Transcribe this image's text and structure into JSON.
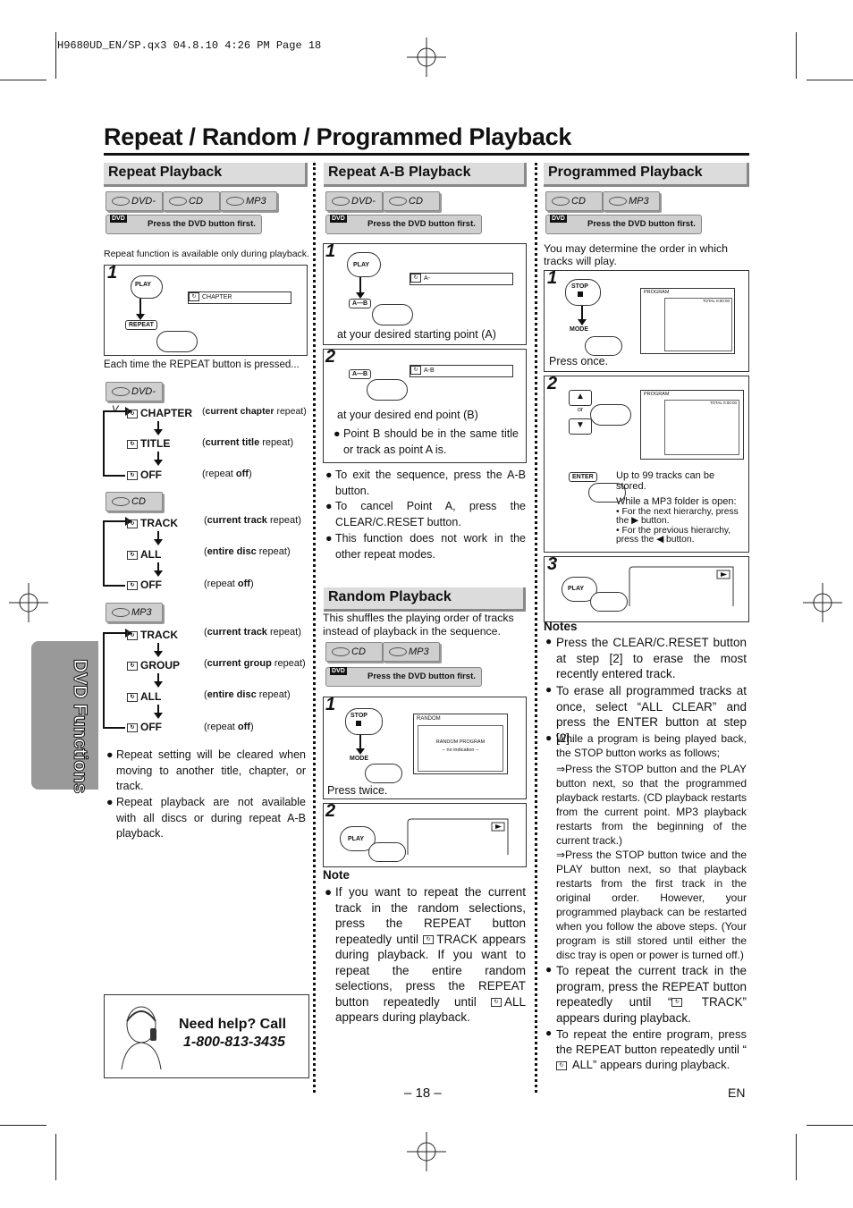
{
  "header": {
    "file_info": "H9680UD_EN/SP.qx3  04.8.10  4:26 PM  Page 18"
  },
  "page_title": "Repeat / Random / Programmed Playback",
  "side_tab": "DVD Functions",
  "badges": {
    "dvdv": "DVD-V",
    "cd": "CD",
    "mp3": "MP3"
  },
  "dvd_note": "Press the DVD button first.",
  "dvd_tag": "DVD",
  "repeat": {
    "heading": "Repeat Playback",
    "intro": "Repeat function is available only during playback.",
    "play_btn": "PLAY",
    "repeat_btn": "REPEAT",
    "screen_label": "CHAPTER",
    "each_time": "Each time the REPEAT button is pressed...",
    "dvd_rows": [
      {
        "label": "CHAPTER",
        "desc_b": "current chapter",
        "desc": " repeat"
      },
      {
        "label": "TITLE",
        "desc_b": "current title",
        "desc": " repeat"
      },
      {
        "label": "OFF",
        "desc_b": "off",
        "desc": "repeat "
      }
    ],
    "cd_rows": [
      {
        "label": "TRACK",
        "desc_b": "current track",
        "desc": " repeat"
      },
      {
        "label": "ALL",
        "desc_b": "entire disc",
        "desc": " repeat"
      },
      {
        "label": "OFF",
        "desc_b": "off",
        "desc": "repeat "
      }
    ],
    "mp3_rows": [
      {
        "label": "TRACK",
        "desc_b": "current track",
        "desc": " repeat"
      },
      {
        "label": "GROUP",
        "desc_b": "current group",
        "desc": " repeat"
      },
      {
        "label": "ALL",
        "desc_b": "entire disc",
        "desc": " repeat"
      },
      {
        "label": "OFF",
        "desc_b": "off",
        "desc": "repeat "
      }
    ],
    "bullet1": "Repeat setting will be cleared when moving to another title, chapter, or track.",
    "bullet2": "Repeat playback are not available with all discs or during repeat A-B playback."
  },
  "help": {
    "line1": "Need help? Call",
    "line2": "1-800-813-3435"
  },
  "ab": {
    "heading": "Repeat A-B Playback",
    "play_btn": "PLAY",
    "ab_btn": "A—B",
    "screen1": "A-",
    "screen2": "A-B",
    "step1_text": "at your desired starting point (A)",
    "step2_text": "at your desired end point (B)",
    "step2_bullet": "Point B should be in the same title or track as point A is.",
    "bullets": [
      "To exit the sequence, press the A-B button.",
      "To cancel Point A, press the CLEAR/C.RESET button.",
      "This function does not work in the other repeat modes."
    ]
  },
  "random": {
    "heading": "Random Playback",
    "intro": "This shuffles the playing order of tracks instead of playback in the sequence.",
    "stop_btn": "STOP",
    "mode_btn": "MODE",
    "play_btn": "PLAY",
    "screen_title": "RANDOM",
    "screen_prog": "RANDOM PROGRAM",
    "screen_sub": "-- no indication --",
    "press_twice": "Press twice.",
    "note_head": "Note",
    "note": "If you want to repeat the current track in the random selections, press the REPEAT button repeatedly until",
    "note_track": "TRACK appears during playback. If you want to repeat the entire random selections, press the REPEAT button repeatedly until",
    "note_all": "ALL appears during playback."
  },
  "program": {
    "heading": "Programmed Playback",
    "intro": "You may determine the order in which tracks will play.",
    "stop_btn": "STOP",
    "mode_btn": "MODE",
    "enter_btn": "ENTER",
    "play_btn": "PLAY",
    "or_label": "or",
    "screen_title": "PROGRAM",
    "screen_total": "TOTAL 0:00:00",
    "press_once": "Press once.",
    "up_to": "Up to 99 tracks can be stored.",
    "mp3_open": "While a MP3 folder is open:",
    "next_h": "• For the next hierarchy, press the ▶ button.",
    "prev_h": "• For the previous hierarchy, press the ◀ button.",
    "notes_head": "Notes",
    "n1": "Press the CLEAR/C.RESET button at step [2] to erase the most recently entered track.",
    "n2": "To erase all programmed tracks at once, select “ALL CLEAR” and press the ENTER button at step [2].",
    "n3": "While a program is being played back, the STOP button works as follows;",
    "n3a": "⇒Press the STOP button and the PLAY button next, so that the programmed playback restarts. (CD playback restarts from the current point. MP3 playback restarts from the beginning of the current track.)",
    "n3b": "⇒Press the STOP button twice and the PLAY button next, so that playback restarts from the first track in the original order. However, your programmed playback can be restarted when you follow the above steps. (Your program is still stored until either the disc tray is open or power is turned off.)",
    "n4a": "To repeat the current track in the program, press the REPEAT button repeatedly until “",
    "n4b": " TRACK” appears during playback.",
    "n5a": "To repeat the entire program, press the REPEAT button repeatedly until “",
    "n5b": " ALL” appears during playback."
  },
  "footer": {
    "page": "– 18 –",
    "lang": "EN"
  }
}
